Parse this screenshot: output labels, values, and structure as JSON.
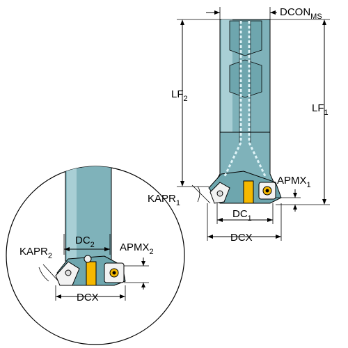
{
  "labels": {
    "dcon_main": "DCON",
    "dcon_sub": "MS",
    "lf2_main": "LF",
    "lf2_sub": "2",
    "lf1_main": "LF",
    "lf1_sub": "1",
    "apmx1_main": "APMX",
    "apmx1_sub": "1",
    "kapr1_main": "KAPR",
    "kapr1_sub": "1",
    "dc1_main": "DC",
    "dc1_sub": "1",
    "dcx_main": "DCX",
    "dc2_main": "DC",
    "dc2_sub": "2",
    "apmx2_main": "APMX",
    "apmx2_sub": "2",
    "kapr2_main": "KAPR",
    "kapr2_sub": "2",
    "dcx_detail": "DCX"
  },
  "colors": {
    "body_fill": "#7fb2ba",
    "body_light": "#a9cfd5",
    "body_dark": "#5f9aa3",
    "coolant": "#dff3f7",
    "insert_fill": "#f2f2f2",
    "insert_yellow": "#f5b800",
    "line": "#000000"
  }
}
